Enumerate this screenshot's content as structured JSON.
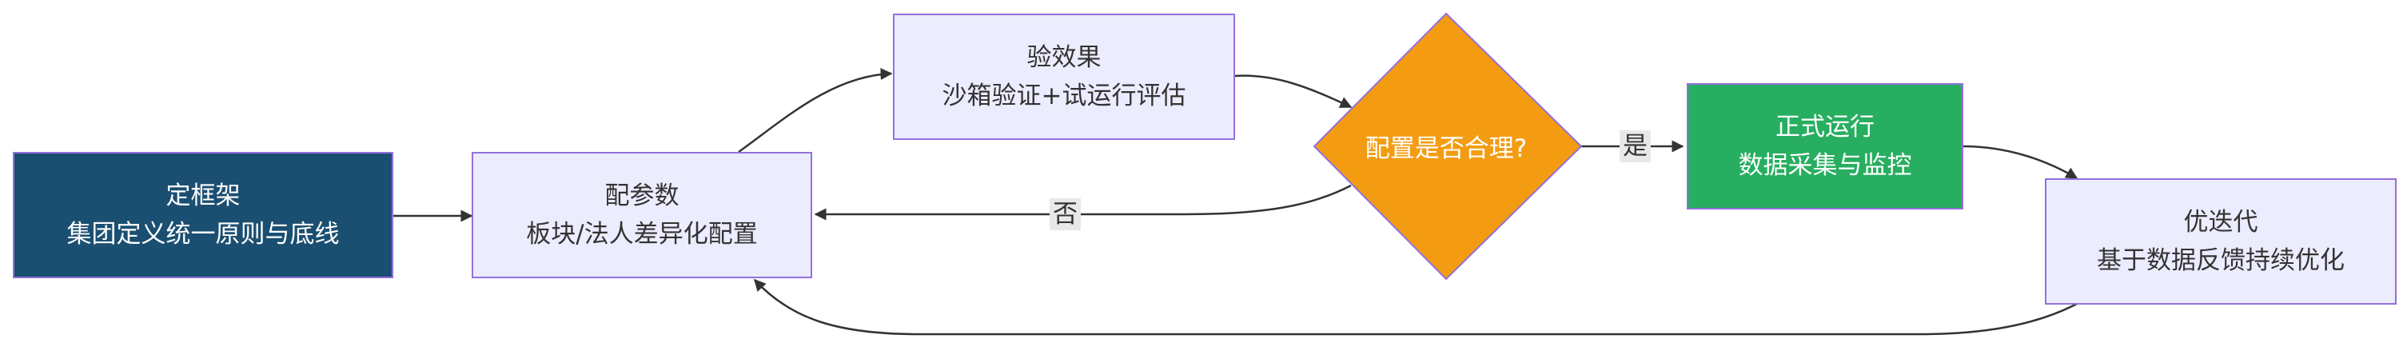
{
  "diagram": {
    "nodes": [
      {
        "id": "define",
        "title": "定框架",
        "subtitle": "集团定义统一原则与底线",
        "fill": "#1B4F72",
        "text_color": "#FFFFFF"
      },
      {
        "id": "params",
        "title": "配参数",
        "subtitle": "板块/法人差异化配置",
        "fill": "#ECECFF",
        "text_color": "#333333"
      },
      {
        "id": "verify",
        "title": "验效果",
        "subtitle": "沙箱验证+试运行评估",
        "fill": "#ECECFF",
        "text_color": "#333333"
      },
      {
        "id": "decision",
        "title": "配置是否合理?",
        "fill": "#F39C12",
        "text_color": "#FFFFFF"
      },
      {
        "id": "run",
        "title": "正式运行",
        "subtitle": "数据采集与监控",
        "fill": "#27AE60",
        "text_color": "#FFFFFF"
      },
      {
        "id": "iterate",
        "title": "优迭代",
        "subtitle": "基于数据反馈持续优化",
        "fill": "#ECECFF",
        "text_color": "#333333"
      }
    ],
    "edges": [
      {
        "from": "define",
        "to": "params"
      },
      {
        "from": "params",
        "to": "verify"
      },
      {
        "from": "verify",
        "to": "decision"
      },
      {
        "from": "decision",
        "to": "run",
        "label": "是"
      },
      {
        "from": "decision",
        "to": "params",
        "label": "否"
      },
      {
        "from": "run",
        "to": "iterate"
      },
      {
        "from": "iterate",
        "to": "params"
      }
    ],
    "colors": {
      "border": "#9370DB",
      "edge": "#333333",
      "label_bg": "#E8E8E8"
    }
  }
}
